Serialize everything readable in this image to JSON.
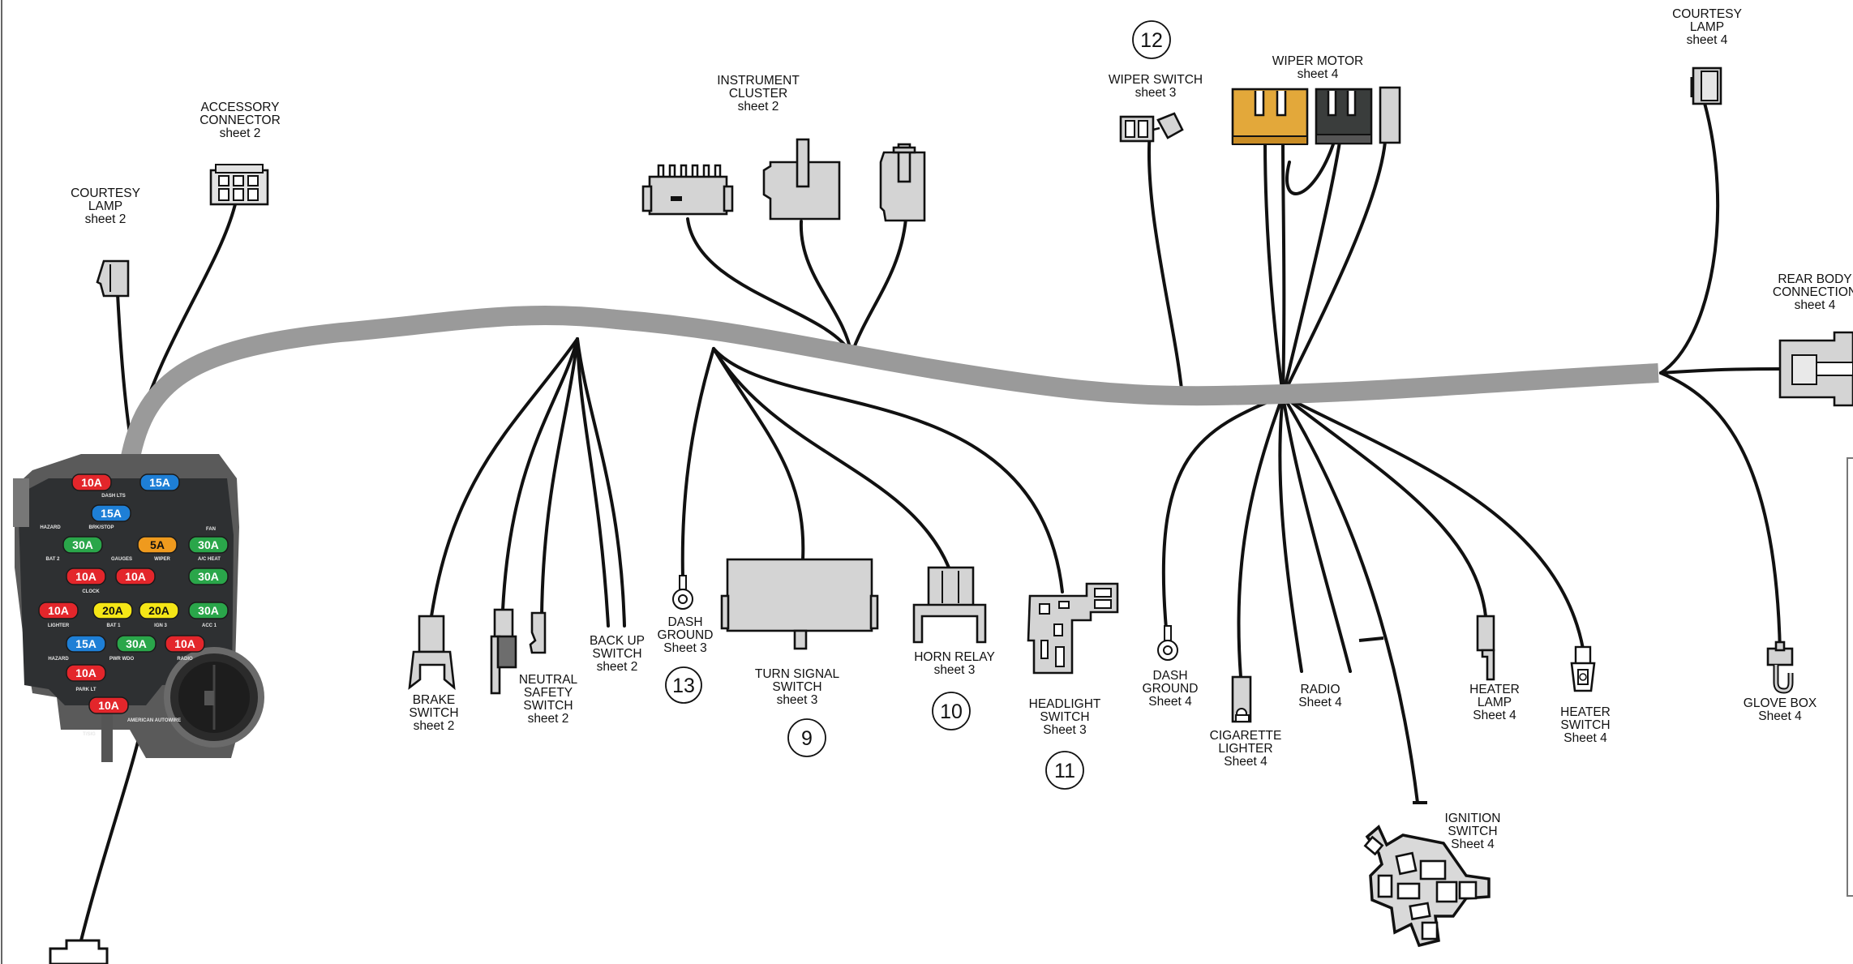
{
  "labels": {
    "courtesy_lamp_left": [
      "COURTESY",
      "LAMP",
      "sheet 2"
    ],
    "accessory_connector": [
      "ACCESSORY",
      "CONNECTOR",
      "sheet 2"
    ],
    "instrument_cluster": [
      "INSTRUMENT",
      "CLUSTER",
      "sheet 2"
    ],
    "wiper_switch": [
      "WIPER SWITCH",
      "sheet 3"
    ],
    "wiper_motor": [
      "WIPER MOTOR",
      "sheet 4"
    ],
    "courtesy_lamp_right": [
      "COURTESY",
      "LAMP",
      "sheet 4"
    ],
    "rear_body_connection": [
      "REAR BODY",
      "CONNECTION",
      "sheet 4"
    ],
    "brake_switch": [
      "BRAKE",
      "SWITCH",
      "sheet 2"
    ],
    "neutral_safety_switch": [
      "NEUTRAL",
      "SAFETY",
      "SWITCH",
      "sheet 2"
    ],
    "back_up_switch": [
      "BACK UP",
      "SWITCH",
      "sheet 2"
    ],
    "dash_ground_left": [
      "DASH",
      "GROUND",
      "Sheet 3"
    ],
    "turn_signal_switch": [
      "TURN SIGNAL",
      "SWITCH",
      "sheet 3"
    ],
    "horn_relay": [
      "HORN RELAY",
      "sheet 3"
    ],
    "headlight_switch": [
      "HEADLIGHT",
      "SWITCH",
      "Sheet 3"
    ],
    "dash_ground_right": [
      "DASH",
      "GROUND",
      "Sheet 4"
    ],
    "cigarette_lighter": [
      "CIGARETTE",
      "LIGHTER",
      "Sheet 4"
    ],
    "radio": [
      "RADIO",
      "Sheet 4"
    ],
    "heater_lamp": [
      "HEATER",
      "LAMP",
      "Sheet 4"
    ],
    "heater_switch": [
      "HEATER",
      "SWITCH",
      "Sheet 4"
    ],
    "glove_box": [
      "GLOVE BOX",
      "Sheet 4"
    ],
    "ignition_switch": [
      "IGNITION",
      "SWITCH",
      "Sheet 4"
    ]
  },
  "callouts": {
    "dash_ground": "13",
    "turn_signal": "9",
    "horn_relay": "10",
    "headlight": "11",
    "wiper_switch": "12"
  },
  "fuse_panel": {
    "fuses": [
      "10A",
      "15A",
      "15A",
      "30A",
      "5A",
      "30A",
      "10A",
      "10A",
      "30A",
      "10A",
      "20A",
      "20A",
      "30A",
      "15A",
      "30A",
      "10A",
      "10A",
      "10A"
    ],
    "tags": [
      "DASH LTS",
      "HAZARD",
      "BRK/STOP",
      "FAN",
      "BAT 2",
      "GAUGES",
      "WIPER",
      "A/C HEAT",
      "CLOCK",
      "LIGHTER",
      "BAT 1",
      "IGN 3",
      "ACC 1",
      "HAZARD",
      "PWR WDO",
      "RADIO",
      "PARK LT",
      "T/SIG",
      "AMERICAN AUTOWIRE"
    ]
  },
  "colors": {
    "harness": "#9a9a9a",
    "wire": "#111111",
    "fuse_red": "#e3262b",
    "fuse_blue": "#1e7fd6",
    "fuse_green": "#2aa64a",
    "fuse_yellow": "#f5e616",
    "fuse_orange": "#ef9a1e",
    "wiper_motor_connector": "#e3a83a",
    "wiper_motor_dark": "#3a3d3c"
  }
}
